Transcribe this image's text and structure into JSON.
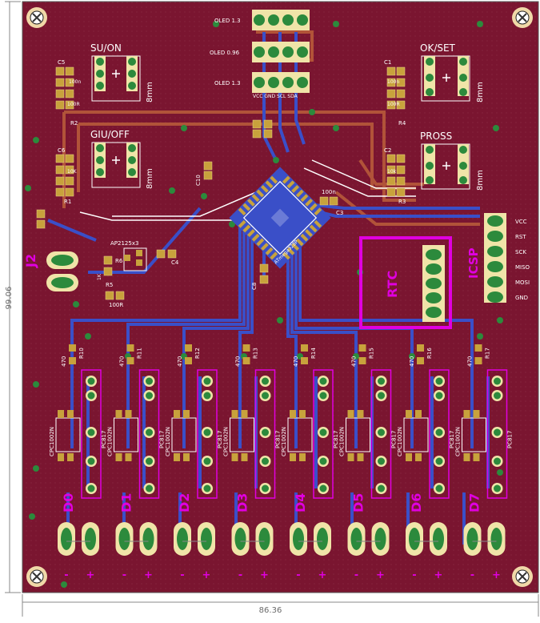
{
  "dimensions": {
    "width_label": "86.36",
    "height_label": "99.06"
  },
  "oled_labels": [
    "OLED 1.3",
    "OLED 0.96",
    "OLED 1.3"
  ],
  "oled_pins": "VCC GND SCL SDA",
  "switches": [
    {
      "label": "SU/ON",
      "size": "8mm"
    },
    {
      "label": "GIU/OFF",
      "size": "8mm"
    },
    {
      "label": "OK/SET",
      "size": "8mm"
    },
    {
      "label": "PROSS",
      "size": "8mm"
    }
  ],
  "modules": {
    "rtc": "RTC",
    "icsp": "ICSP",
    "regulator": "AP2125x3",
    "j2": "J2",
    "rtc_value": "100n"
  },
  "icsp_pins": [
    "VCC",
    "RST",
    "SCK",
    "MISO",
    "MOSI",
    "GND"
  ],
  "passives": {
    "c5": "C5",
    "c1": "C1",
    "c2": "C2",
    "c3": "C3",
    "c4": "C4",
    "c6": "C6",
    "c8": "C8",
    "c10": "C10",
    "r1": "R1",
    "r2": "R2",
    "r3": "R3",
    "r4": "R4",
    "r5": "R5",
    "r6": "R6",
    "val_100n": "100n",
    "val_100r": "100R",
    "val_10k": "10K",
    "val_1k": "1K",
    "val_100n_b": "100n",
    "val_100r_b": "100R",
    "val_10k_b": "10k",
    "val_100r_c": "100R"
  },
  "ic_label": "ATmega328P",
  "channels": [
    {
      "name": "D0",
      "r_label": "R10",
      "r_value": "470",
      "opto": "PC817",
      "fet": "CPC1002N",
      "minus": "-",
      "plus": "+"
    },
    {
      "name": "D1",
      "r_label": "R11",
      "r_value": "470",
      "opto": "PC817",
      "fet": "CPC1002N",
      "minus": "-",
      "plus": "+"
    },
    {
      "name": "D2",
      "r_label": "R12",
      "r_value": "470",
      "opto": "PC817",
      "fet": "CPC1002N",
      "minus": "-",
      "plus": "+"
    },
    {
      "name": "D3",
      "r_label": "R13",
      "r_value": "470",
      "opto": "PC817",
      "fet": "CPC1002N",
      "minus": "-",
      "plus": "+"
    },
    {
      "name": "D4",
      "r_label": "R14",
      "r_value": "470",
      "opto": "PC817",
      "fet": "CPC1002N",
      "minus": "-",
      "plus": "+"
    },
    {
      "name": "D5",
      "r_label": "R15",
      "r_value": "470",
      "opto": "PC817",
      "fet": "CPC1002N",
      "minus": "-",
      "plus": "+"
    },
    {
      "name": "D6",
      "r_label": "R16",
      "r_value": "470",
      "opto": "PC817",
      "fet": "CPC1002N",
      "minus": "-",
      "plus": "+"
    },
    {
      "name": "D7",
      "r_label": "R17",
      "r_value": "470",
      "opto": "PC817",
      "fet": "CPC1002N",
      "minus": "-",
      "plus": "+"
    }
  ],
  "colors": {
    "board": "#7a1530",
    "silk": "#ffffff",
    "bottom_trace": "#3a4fc8",
    "top_trace": "#b85a3a",
    "pad_gold": "#c8a23c",
    "pad_green": "#2c8a3c",
    "outline": "#e000e0"
  }
}
